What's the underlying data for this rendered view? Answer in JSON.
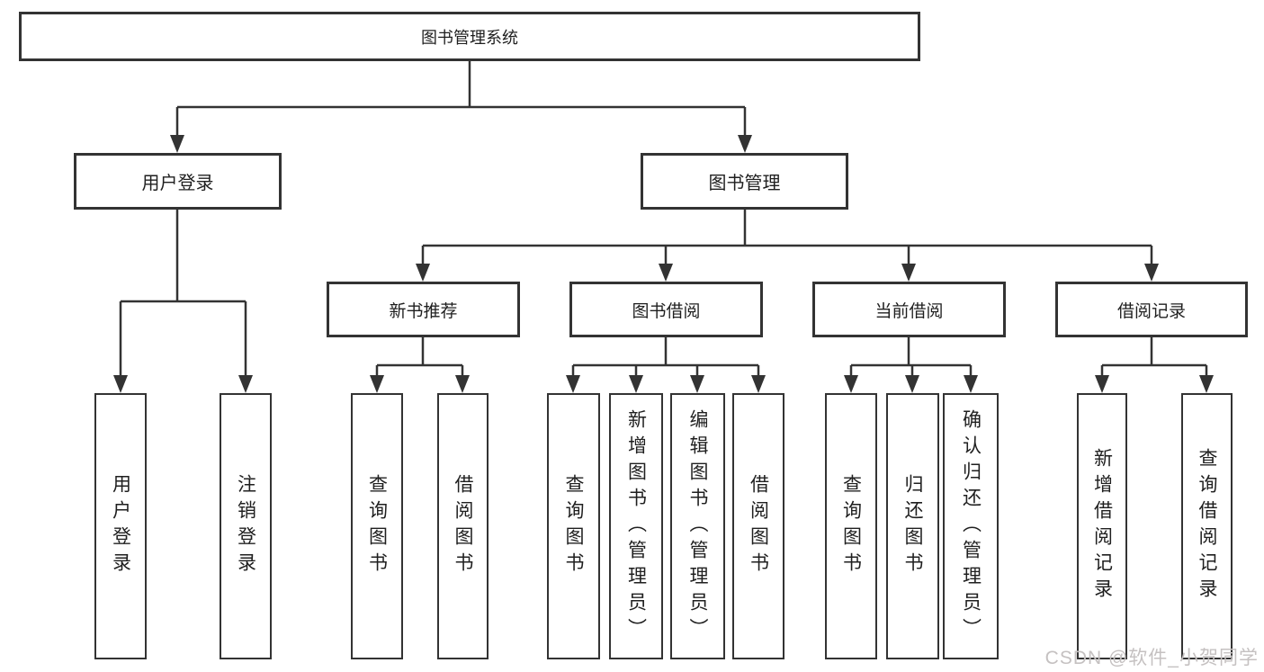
{
  "tree": {
    "label": "图书管理系统",
    "children": [
      {
        "label": "用户登录",
        "children": [
          {
            "label": "用户登录"
          },
          {
            "label": "注销登录"
          }
        ]
      },
      {
        "label": "图书管理",
        "children": [
          {
            "label": "新书推荐",
            "children": [
              {
                "label": "查询图书"
              },
              {
                "label": "借阅图书"
              }
            ]
          },
          {
            "label": "图书借阅",
            "children": [
              {
                "label": "查询图书"
              },
              {
                "label": "新增图书（管理员）"
              },
              {
                "label": "编辑图书（管理员）"
              },
              {
                "label": "借阅图书"
              }
            ]
          },
          {
            "label": "当前借阅",
            "children": [
              {
                "label": "查询图书"
              },
              {
                "label": "归还图书"
              },
              {
                "label": "确认归还（管理员）"
              }
            ]
          },
          {
            "label": "借阅记录",
            "children": [
              {
                "label": "新增借阅记录"
              },
              {
                "label": "查询借阅记录"
              }
            ]
          }
        ]
      }
    ]
  },
  "watermark": {
    "text": "CSDN @软件_小贺同学"
  },
  "colors": {
    "line": "#333333",
    "box_border": "#333333",
    "box_background": "#ffffff",
    "text": "#1f1f1f",
    "watermark": "#c5c1c1"
  }
}
